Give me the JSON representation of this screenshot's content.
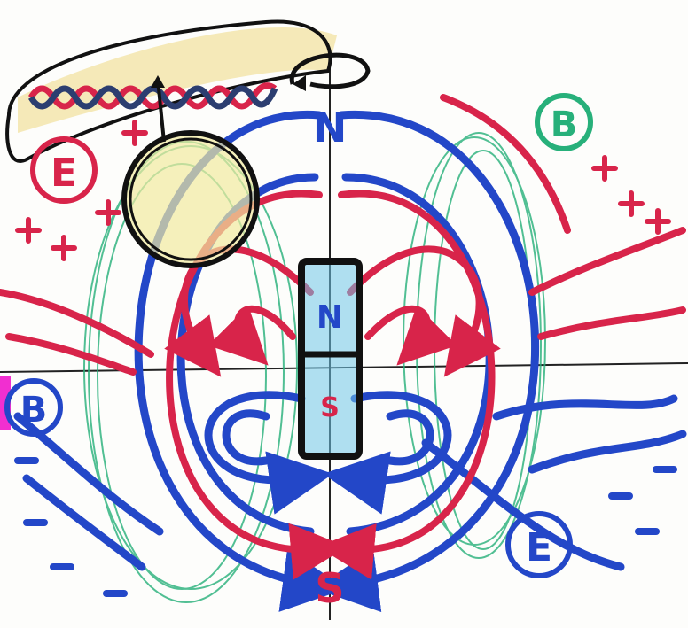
{
  "labels": {
    "north": "N",
    "south": "S",
    "magnet_north": "N",
    "magnet_south": "S",
    "electric_top_left": "E",
    "electric_bottom_right": "E",
    "magnetic_top_right": "B",
    "magnetic_left": "B"
  },
  "colors": {
    "electric_field": "#d8244a",
    "magnetic_field": "#2347c8",
    "green_scribble": "#27b07a",
    "ink": "#111111",
    "highlight": "#f3e3a8",
    "pink_edge": "#f12fd0"
  }
}
